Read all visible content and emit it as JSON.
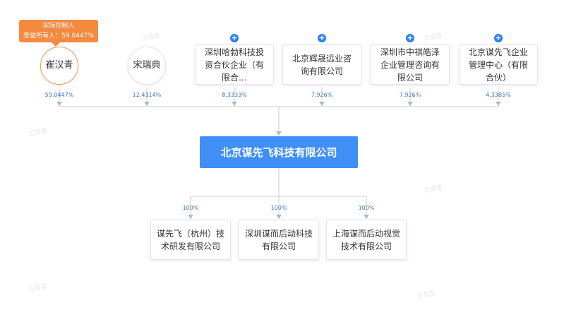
{
  "watermark": "企查查",
  "controller_tag": {
    "title": "实际控制人",
    "beneficiary": "受益所有人：59.0447%"
  },
  "shareholders": [
    {
      "name": "崔汉青",
      "percent": "59.0447%",
      "shape": "circle",
      "highlight": true
    },
    {
      "name": "宋瑞典",
      "percent": "12.4314%",
      "shape": "circle"
    },
    {
      "name": "深圳哈勃科技投资合伙企业（有限合…",
      "percent": "8.3333%",
      "shape": "box",
      "expandable": true
    },
    {
      "name": "北京辉晟远业咨询有限公司",
      "percent": "7.926%",
      "shape": "box",
      "expandable": true
    },
    {
      "name": "深圳市中祺皓泽企业管理咨询有限公司",
      "percent": "7.926%",
      "shape": "box",
      "expandable": true
    },
    {
      "name": "北京谋先飞企业管理中心（有限合伙）",
      "percent": "4.3385%",
      "shape": "box",
      "expandable": true
    }
  ],
  "company": {
    "name": "北京谋先飞科技有限公司"
  },
  "subsidiaries": [
    {
      "name": "谋先飞（杭州）技术研发有限公司",
      "percent": "100%"
    },
    {
      "name": "深圳谋而后动科技有限公司",
      "percent": "100%"
    },
    {
      "name": "上海谋而后动视觉技术有限公司",
      "percent": "100%"
    }
  ],
  "colors": {
    "primary": "#3f8ff7",
    "controller": "#f5893e",
    "line": "#c9ced6"
  }
}
